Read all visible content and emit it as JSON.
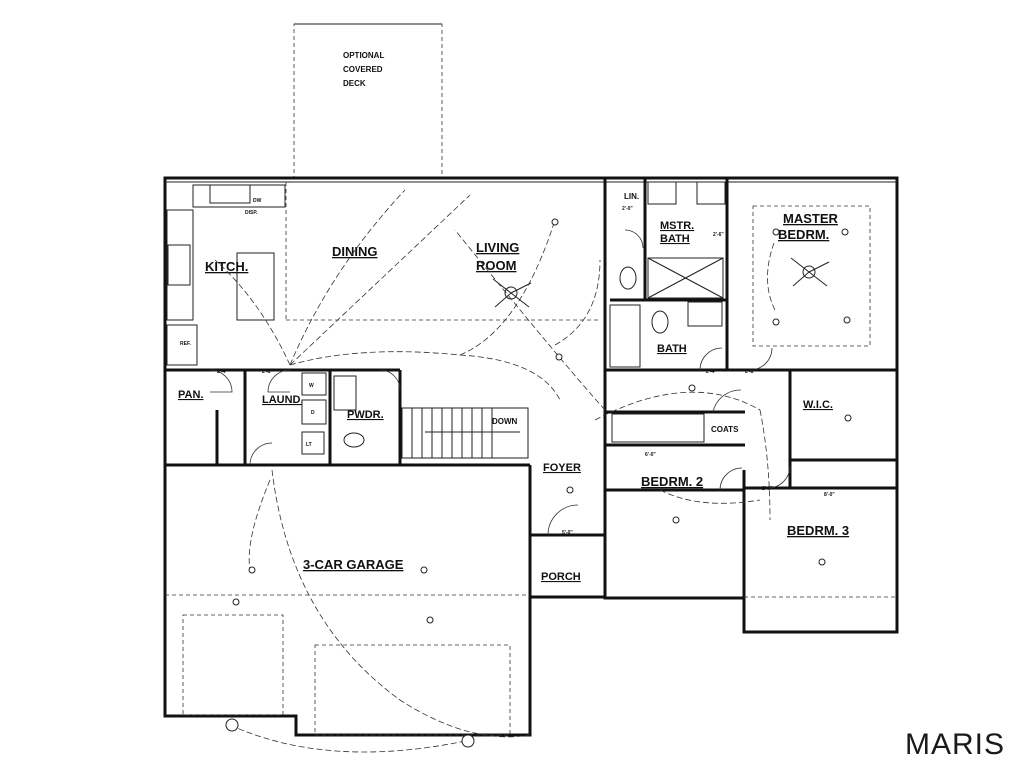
{
  "rooms": {
    "optional_deck": [
      "OPTIONAL",
      "COVERED",
      "DECK"
    ],
    "kitchen": "KITCH.",
    "dining": "DINING",
    "living": [
      "LIVING",
      "ROOM"
    ],
    "linen": "LIN.",
    "master_bath": [
      "MSTR.",
      "BATH"
    ],
    "master_bedroom": [
      "MASTER",
      "BEDRM."
    ],
    "pantry": "PAN.",
    "laundry": "LAUND.",
    "powder": "PWDR.",
    "bath": "BATH",
    "wic": "W.I.C.",
    "coats": "COATS",
    "foyer": "FOYER",
    "bedroom2": "BEDRM. 2",
    "bedroom3": "BEDRM. 3",
    "garage": "3-CAR GARAGE",
    "porch": "PORCH"
  },
  "fixtures": {
    "dishwasher": "DW",
    "disposal": "DISP.",
    "refrigerator": "REF.",
    "washer": "W",
    "dryer": "D",
    "laundry_tub": "LT",
    "stair_direction": "DOWN"
  },
  "dimensions": [
    "2'-4\"",
    "2'-8\"",
    "2'-0\"",
    "2'-6\"",
    "6'-0\"",
    "2'-4\"",
    "2'-8\"",
    "2'-0\"",
    "8'-0\"",
    "5'-0\""
  ],
  "watermark": "MARIS"
}
